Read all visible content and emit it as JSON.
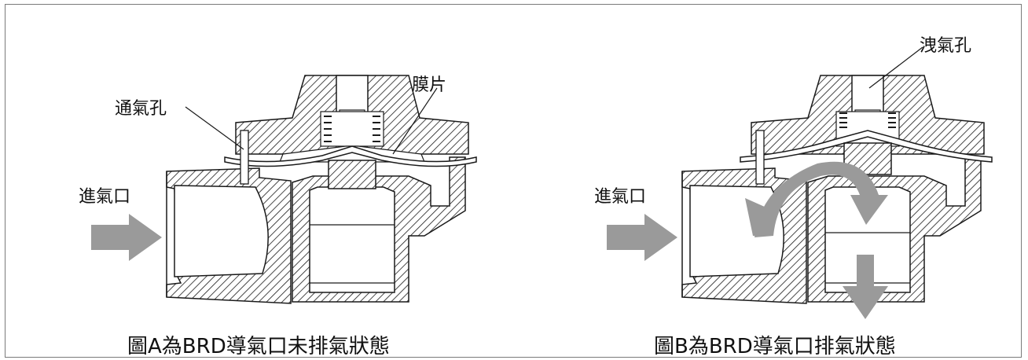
{
  "figure_a": {
    "labels": {
      "vent_hole": "通氣孔",
      "diaphragm": "膜片",
      "inlet": "進氣口"
    },
    "caption": "圖A為BRD導氣口未排氣狀態"
  },
  "figure_b": {
    "labels": {
      "bleed_hole": "洩氣孔",
      "inlet": "進氣口"
    },
    "caption": "圖B為BRD導氣口排氣狀態"
  },
  "colors": {
    "frame": "#7a7a7a",
    "line": "#1a1a1a",
    "arrow": "#9a9a9a"
  }
}
